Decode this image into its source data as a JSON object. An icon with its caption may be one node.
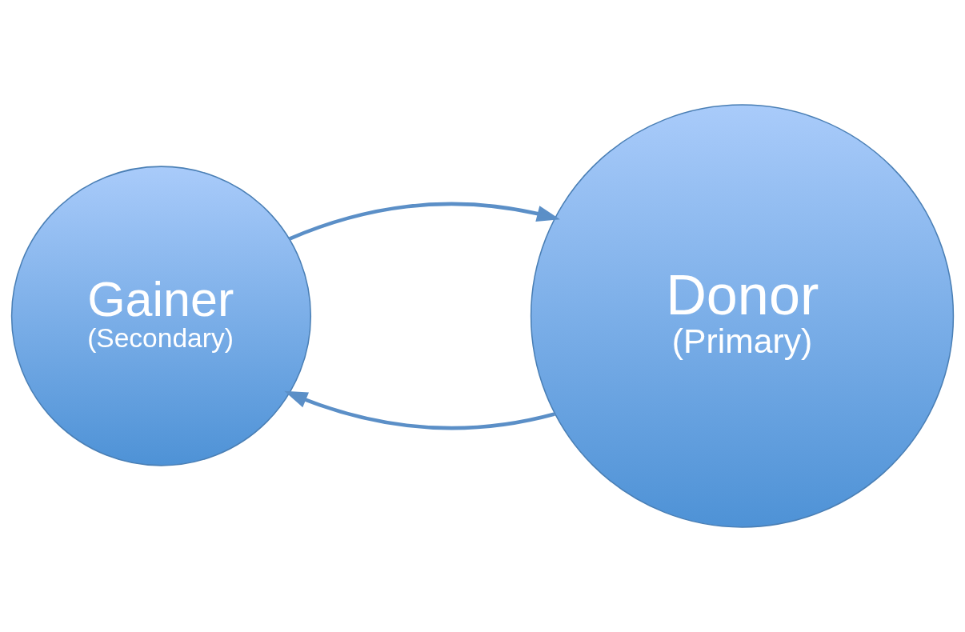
{
  "diagram": {
    "nodes": [
      {
        "text": [
          "Gainer",
          "(Secondary)"
        ]
      },
      {
        "text": [
          "Donor",
          "(Primary)"
        ]
      }
    ],
    "edges": [
      {
        "from": 1,
        "to": 0,
        "arrow": "to"
      },
      {
        "from": 0,
        "to": 1,
        "arrow": "to"
      }
    ]
  }
}
